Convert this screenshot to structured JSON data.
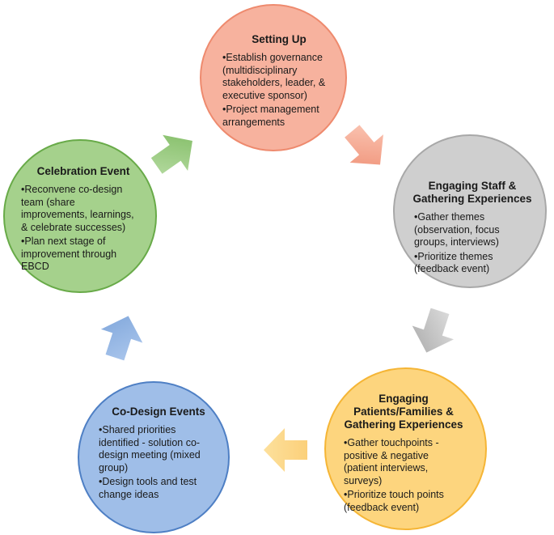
{
  "colors": {
    "setup_fill": "#f7b29e",
    "setup_stroke": "#ee8a6e",
    "staff_fill": "#cfcfcf",
    "staff_stroke": "#a8a8a8",
    "patients_fill": "#fdd57e",
    "patients_stroke": "#f5b535",
    "codesign_fill": "#9fbee8",
    "codesign_stroke": "#4e7fc4",
    "celebration_fill": "#a5d18c",
    "celebration_stroke": "#68aa48"
  },
  "stages": [
    {
      "id": "setting-up",
      "title": "Setting Up",
      "bullets": [
        "Establish governance (multidisciplinary stakeholders, leader, & executive sponsor)",
        "Project management arrangements"
      ]
    },
    {
      "id": "engaging-staff",
      "title": "Engaging Staff & Gathering Experiences",
      "bullets": [
        "Gather themes (observation, focus groups, interviews)",
        "Prioritize themes (feedback event)"
      ]
    },
    {
      "id": "engaging-patients",
      "title": "Engaging Patients/Families & Gathering Experiences",
      "bullets": [
        "Gather touchpoints - positive & negative (patient interviews, surveys)",
        "Prioritize touch points (feedback event)"
      ]
    },
    {
      "id": "co-design",
      "title": "Co-Design Events",
      "bullets": [
        "Shared priorities identified - solution co-design meeting (mixed group)",
        "Design tools and test change ideas"
      ]
    },
    {
      "id": "celebration",
      "title": "Celebration Event",
      "bullets": [
        "Reconvene co-design team (share improvements, learnings, & celebrate successes)",
        "Plan next stage of improvement through EBCD"
      ]
    }
  ]
}
